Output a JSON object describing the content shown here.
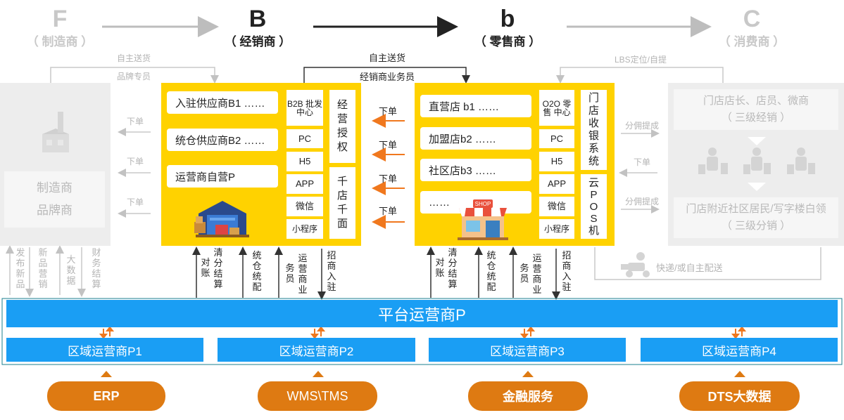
{
  "stages": [
    {
      "letter": "F",
      "name": "（ 制造商 ）"
    },
    {
      "letter": "B",
      "name": "（ 经销商 ）"
    },
    {
      "letter": "b",
      "name": "（ 零售商 ）"
    },
    {
      "letter": "C",
      "name": "（ 消费商 ）"
    }
  ],
  "top_labels": {
    "f_to_b_1": "自主送货",
    "f_to_b_2": "品牌专员",
    "b_to_r_1": "自主送货",
    "b_to_r_2": "经销商业务员",
    "c_to_r": "LBS定位/自提"
  },
  "manufacturer": {
    "box_line1": "制造商",
    "box_line2": "品牌商",
    "order_labels": [
      "下单",
      "下单",
      "下单"
    ],
    "bottom_labels": [
      "发布新品",
      "新品营销",
      "大数据",
      "财务结算"
    ]
  },
  "distributor": {
    "items": [
      "入驻供应商B1 ……",
      "统仓供应商B2 ……",
      "运营商自营P"
    ],
    "channels": [
      "B2B 批发 中心",
      "PC",
      "H5",
      "APP",
      "微信",
      "小程序"
    ],
    "tall_1": "经营授权",
    "tall_2": "千店千面",
    "bottom_labels": [
      "清分结算对账",
      "统仓统配",
      "运营商业务员",
      "招商入驻"
    ]
  },
  "order_labels_middle": [
    "下单",
    "下单",
    "下单",
    "下单"
  ],
  "retailer": {
    "items": [
      "直营店 b1 ……",
      "加盟店b2 ……",
      "社区店b3 ……",
      "……"
    ],
    "channels": [
      "O2O 零售 中心",
      "PC",
      "H5",
      "APP",
      "微信",
      "小程序"
    ],
    "tall_1": "门店收银系统",
    "tall_2": "云POS机",
    "shop_sign": "SHOP",
    "bottom_labels": [
      "清分结算对账",
      "统仓统配",
      "运营商业务员",
      "招商入驻"
    ]
  },
  "consumer": {
    "top_box_1": "门店店长、店员、微商",
    "top_box_2": "（ 三级经销 ）",
    "bottom_box_1": "门店附近社区居民/写字楼白领",
    "bottom_box_2": "（ 三级分销 ）",
    "labels": [
      "分佣提成",
      "下单",
      "分佣提成"
    ],
    "delivery": "快递/或自主配送"
  },
  "platform": {
    "title": "平台运营商P",
    "regions": [
      "区域运营商P1",
      "区域运营商P2",
      "区域运营商P3",
      "区域运营商P4"
    ]
  },
  "systems": [
    "ERP",
    "WMS\\TMS",
    "金融服务",
    "DTS大数据"
  ],
  "colors": {
    "yellow": "#ffd200",
    "blue": "#1a9ef4",
    "orange": "#de7a12",
    "arrow_orange": "#f0781e",
    "gray": "#ededed"
  }
}
